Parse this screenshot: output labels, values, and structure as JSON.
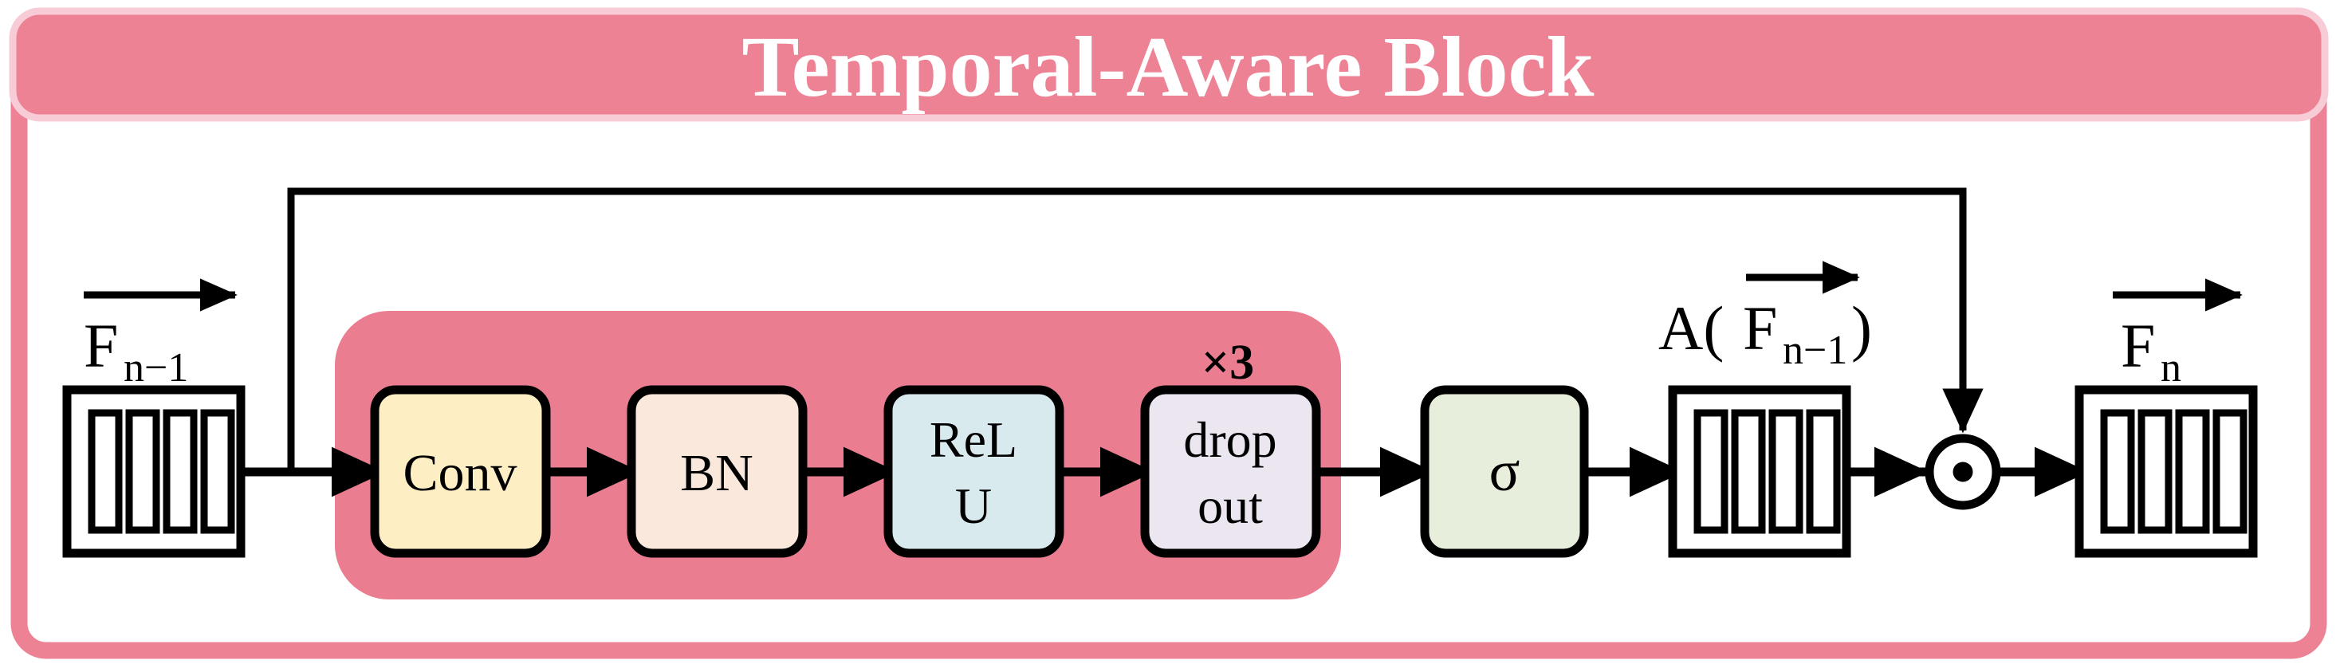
{
  "title": {
    "text": "Temporal-Aware Block",
    "bar_color": "#ee8295",
    "bar_outline_color": "#f8ccd6",
    "text_color": "#ffffff"
  },
  "frame": {
    "border_color": "#ee8295",
    "fill_color": "#ffffff"
  },
  "inner_group": {
    "name": "conv-bn-relu-dropout-group",
    "fill_color": "#ea7d90",
    "repeat_label": "×3"
  },
  "labels": {
    "input_feature": {
      "base": "F",
      "subscript": "n−1",
      "vector_arrow": true
    },
    "attention_output": {
      "prefix": "A(",
      "base": "F",
      "subscript": "n−1",
      "suffix": ")",
      "vector_arrow": true
    },
    "output_feature": {
      "base": "F",
      "subscript": "n",
      "vector_arrow": true
    }
  },
  "blocks": [
    {
      "id": "input-feature-map",
      "label": "",
      "kind": "feature-map",
      "bars": 4,
      "fill": "#ffffff",
      "stroke": "#000000"
    },
    {
      "id": "conv",
      "label": "Conv",
      "lines": [
        "Conv"
      ],
      "kind": "op",
      "fill": "#fdeec4",
      "stroke": "#000000"
    },
    {
      "id": "bn",
      "label": "BN",
      "lines": [
        "BN"
      ],
      "kind": "op",
      "fill": "#fbe8dc",
      "stroke": "#000000"
    },
    {
      "id": "relu",
      "label": "ReLU",
      "lines": [
        "ReL",
        "U"
      ],
      "kind": "op",
      "fill": "#d9eaef",
      "stroke": "#000000"
    },
    {
      "id": "dropout",
      "label": "dropout",
      "lines": [
        "drop",
        "out"
      ],
      "kind": "op",
      "fill": "#ebe6ef",
      "stroke": "#000000"
    },
    {
      "id": "sigmoid",
      "label": "σ",
      "lines": [
        "σ"
      ],
      "kind": "op",
      "fill": "#e8eedc",
      "stroke": "#000000"
    },
    {
      "id": "attention-map",
      "label": "",
      "kind": "feature-map",
      "bars": 4,
      "fill": "#ffffff",
      "stroke": "#000000"
    },
    {
      "id": "elementwise-multiply",
      "label": "⊙",
      "kind": "operator",
      "fill": "#ffffff",
      "stroke": "#000000"
    },
    {
      "id": "output-feature-map",
      "label": "",
      "kind": "feature-map",
      "bars": 4,
      "fill": "#ffffff",
      "stroke": "#000000"
    }
  ],
  "connections": [
    {
      "from": "input-feature-map",
      "to": "conv",
      "type": "arrow"
    },
    {
      "from": "conv",
      "to": "bn",
      "type": "arrow"
    },
    {
      "from": "bn",
      "to": "relu",
      "type": "arrow"
    },
    {
      "from": "relu",
      "to": "dropout",
      "type": "arrow"
    },
    {
      "from": "dropout",
      "to": "sigmoid",
      "type": "arrow"
    },
    {
      "from": "sigmoid",
      "to": "attention-map",
      "type": "arrow"
    },
    {
      "from": "attention-map",
      "to": "elementwise-multiply",
      "type": "arrow"
    },
    {
      "from": "input-feature-map",
      "to": "elementwise-multiply",
      "type": "skip-connection"
    },
    {
      "from": "elementwise-multiply",
      "to": "output-feature-map",
      "type": "arrow"
    }
  ]
}
